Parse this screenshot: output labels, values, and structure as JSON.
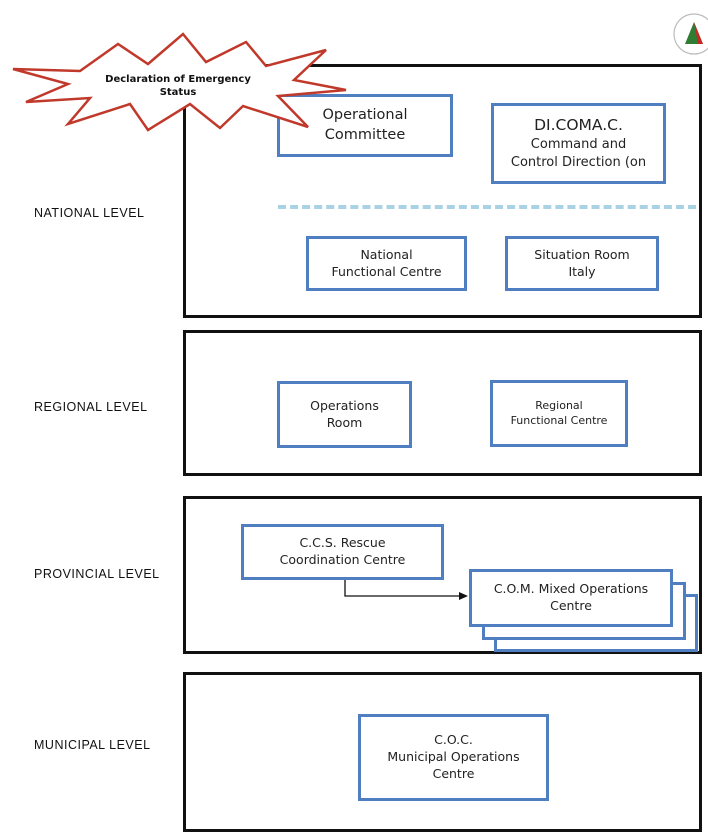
{
  "declaration": {
    "line1": "Declaration of Emergency",
    "line2": "Status"
  },
  "levels": {
    "national": "NATIONAL LEVEL",
    "regional": "REGIONAL LEVEL",
    "provincial": "PROVINCIAL LEVEL",
    "municipal": "MUNICIPAL LEVEL"
  },
  "national": {
    "operational_committee": [
      "Operational",
      "Committee"
    ],
    "dicomac": [
      "DI.COMA.C.",
      "Command and",
      "Control Direction (on"
    ],
    "national_functional_centre": [
      "National",
      "Functional Centre"
    ],
    "situation_room": [
      "Situation Room",
      "Italy"
    ]
  },
  "regional": {
    "operations_room": [
      "Operations",
      "Room"
    ],
    "regional_functional_centre": [
      "Regional",
      "Functional Centre"
    ]
  },
  "provincial": {
    "ccs": [
      "C.C.S. Rescue",
      "Coordination Centre"
    ],
    "com": [
      "C.O.M. Mixed Operations",
      "Centre"
    ]
  },
  "municipal": {
    "coc": [
      "C.O.C.",
      "Municipal Operations",
      "Centre"
    ]
  },
  "colors": {
    "box_border": "#4f7fc0",
    "panel_border": "#111111",
    "dashed_divider": "#a9d3e4",
    "burst_stroke": "#c0392b"
  }
}
